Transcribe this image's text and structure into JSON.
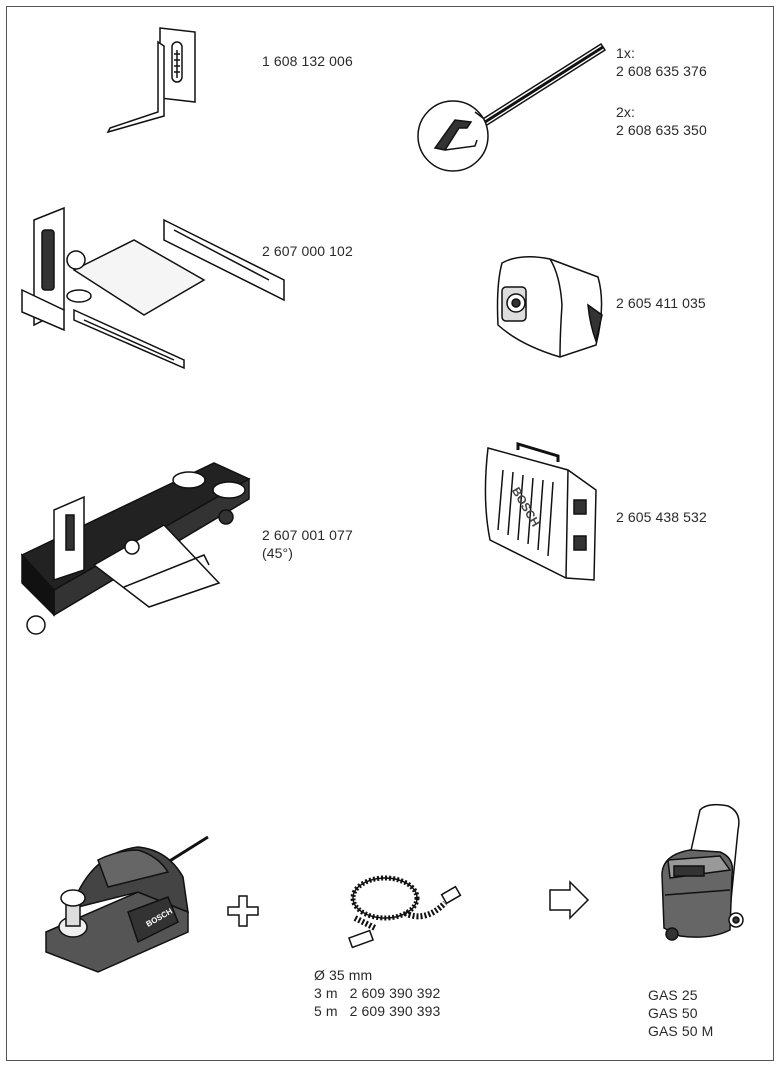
{
  "accessories": [
    {
      "part_number": "1 608 132 006"
    },
    {
      "line1": "1x:",
      "line2": "2 608 635 376",
      "line3": "2x:",
      "line4": "2 608 635 350"
    },
    {
      "part_number": "2 607 000 102"
    },
    {
      "part_number": "2 605 411 035"
    },
    {
      "part_number": "2 607 001 077",
      "note": "(45°)"
    },
    {
      "part_number": "2 605 438 532"
    }
  ],
  "hose": {
    "diameter": "Ø 35 mm",
    "row1": "3 m   2 609 390 392",
    "row2": "5 m   2 609 390 393"
  },
  "vacuum_models": [
    "GAS 25",
    "GAS 50",
    "GAS 50 M"
  ],
  "case_brand": "BOSCH",
  "planer_brand": "BOSCH"
}
